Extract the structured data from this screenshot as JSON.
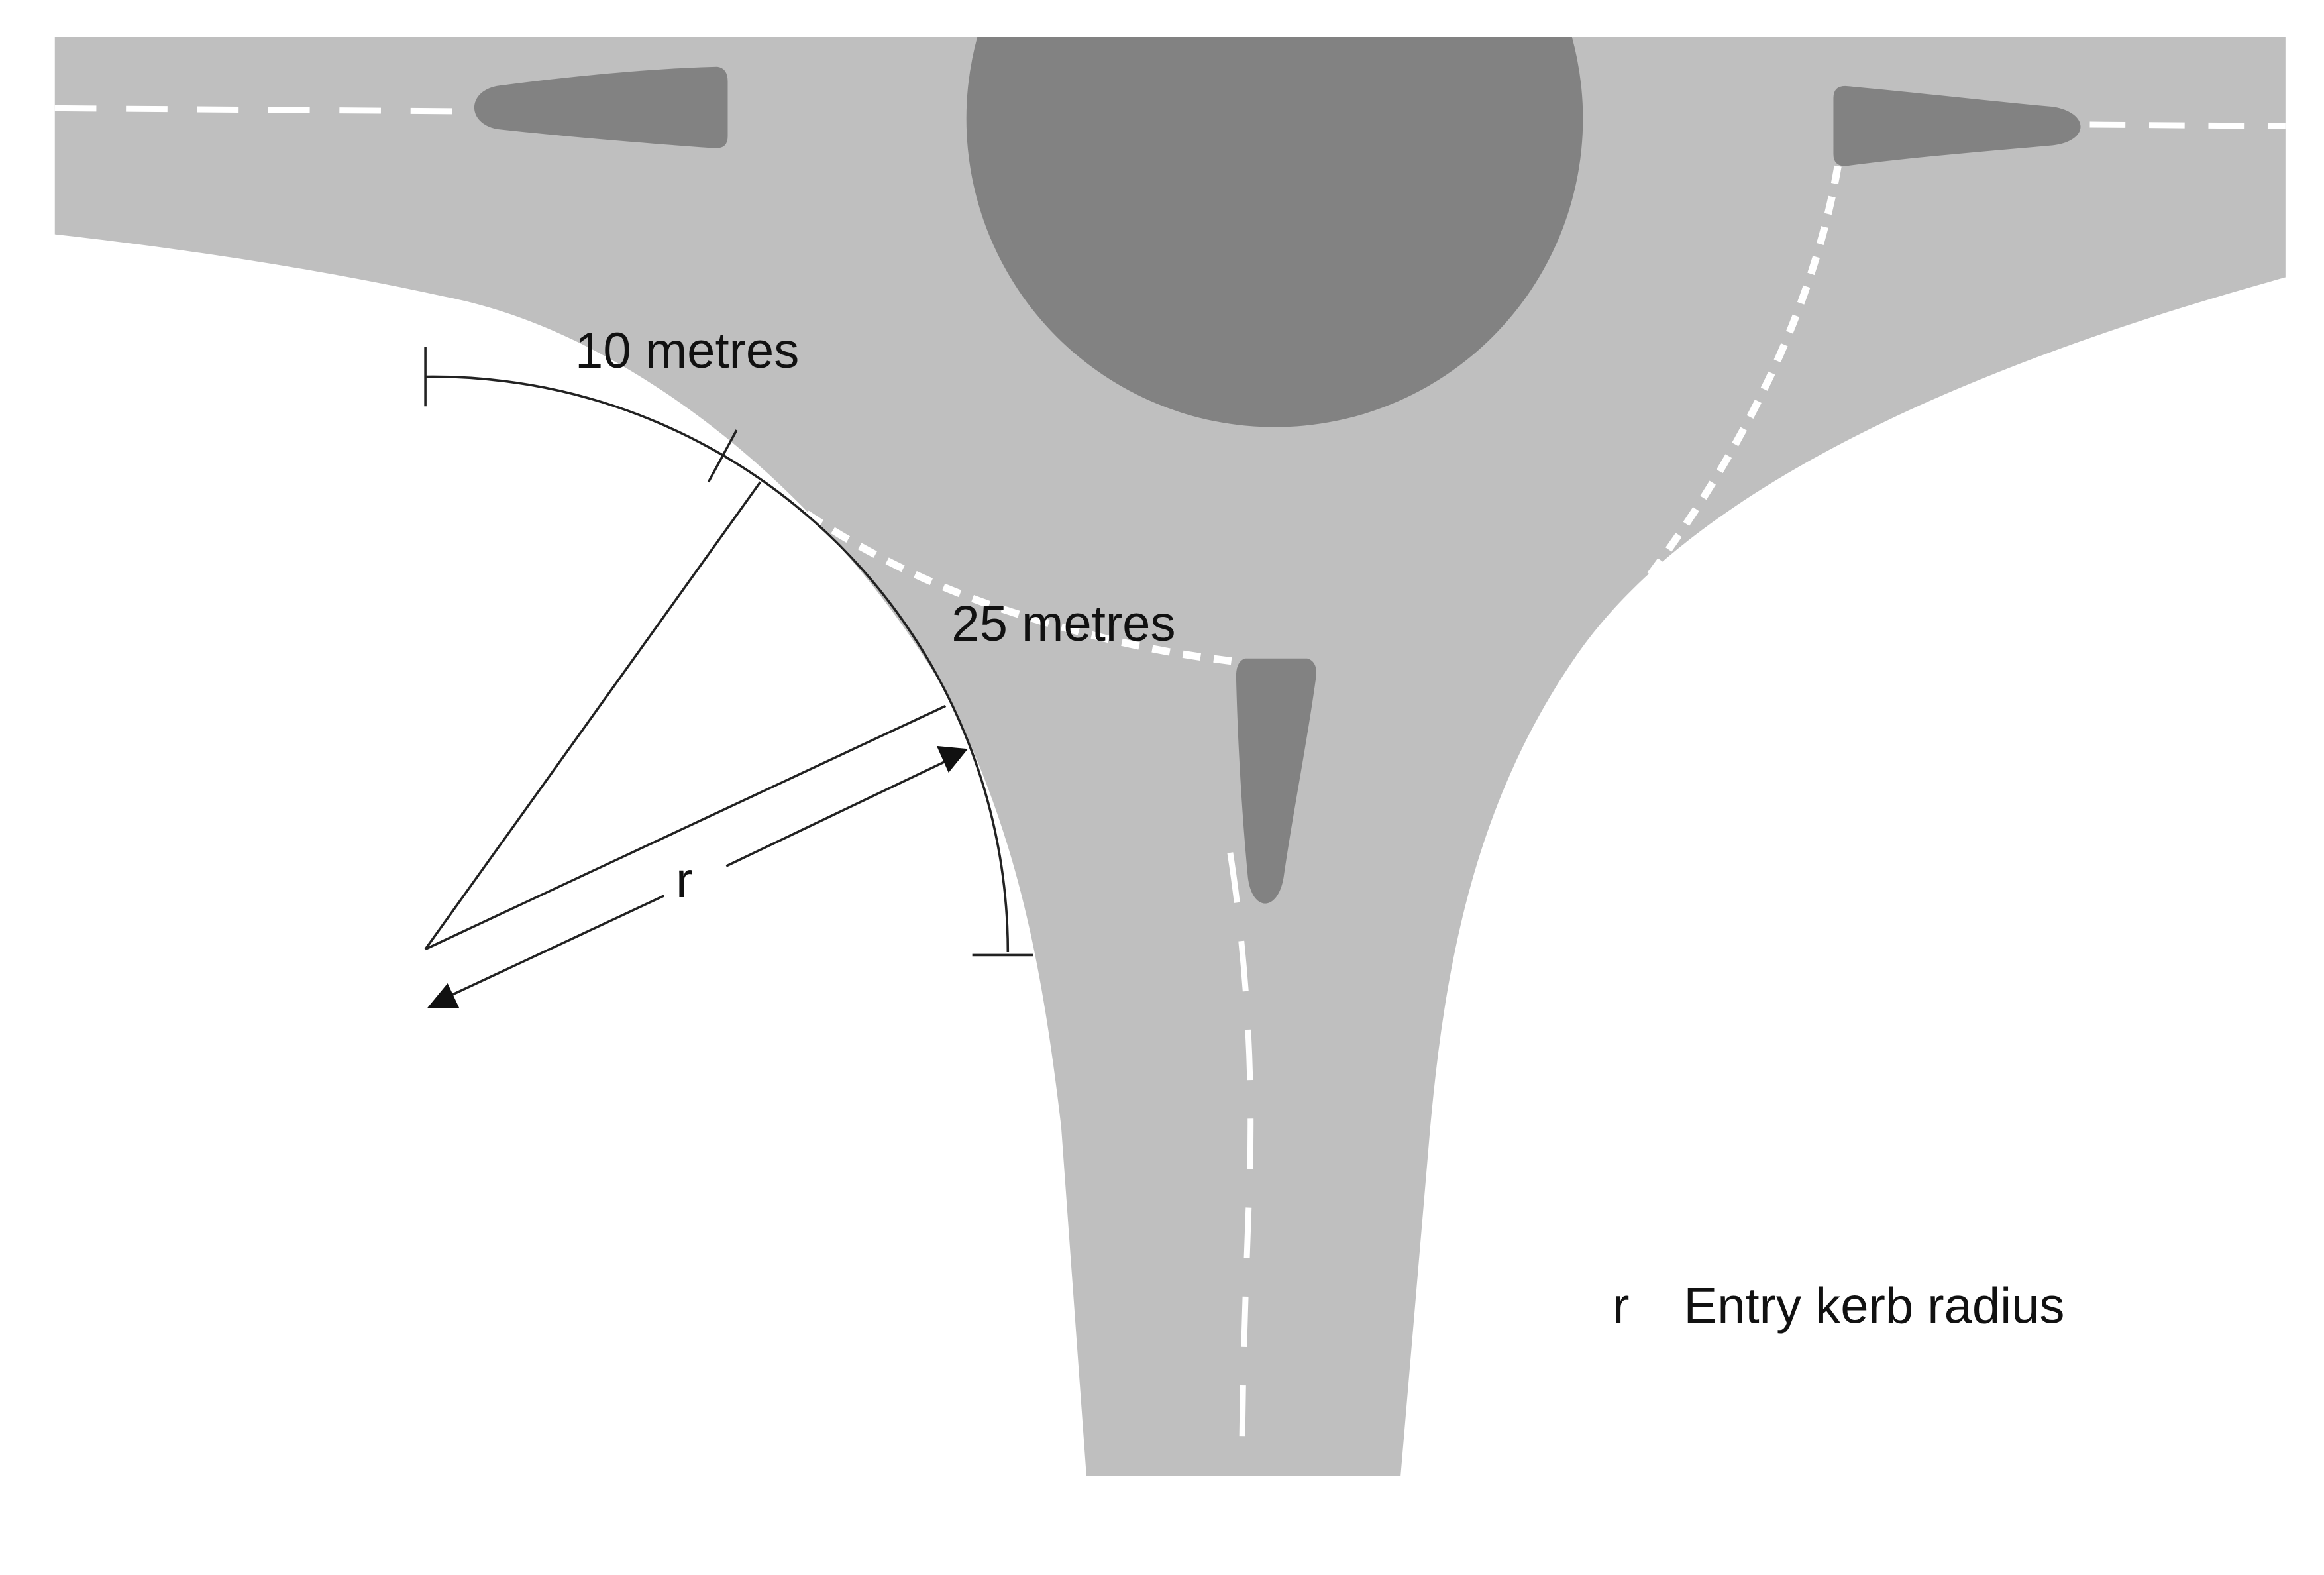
{
  "labels": {
    "ten_metres": "10 metres",
    "twenty_five_metres": "25 metres",
    "radius_symbol": "r",
    "legend_symbol": "r",
    "legend_text": "Entry kerb radius"
  },
  "colors": {
    "road": "#bfbfbf",
    "island": "#828282",
    "marking": "#ffffff",
    "construction": "#222222"
  }
}
